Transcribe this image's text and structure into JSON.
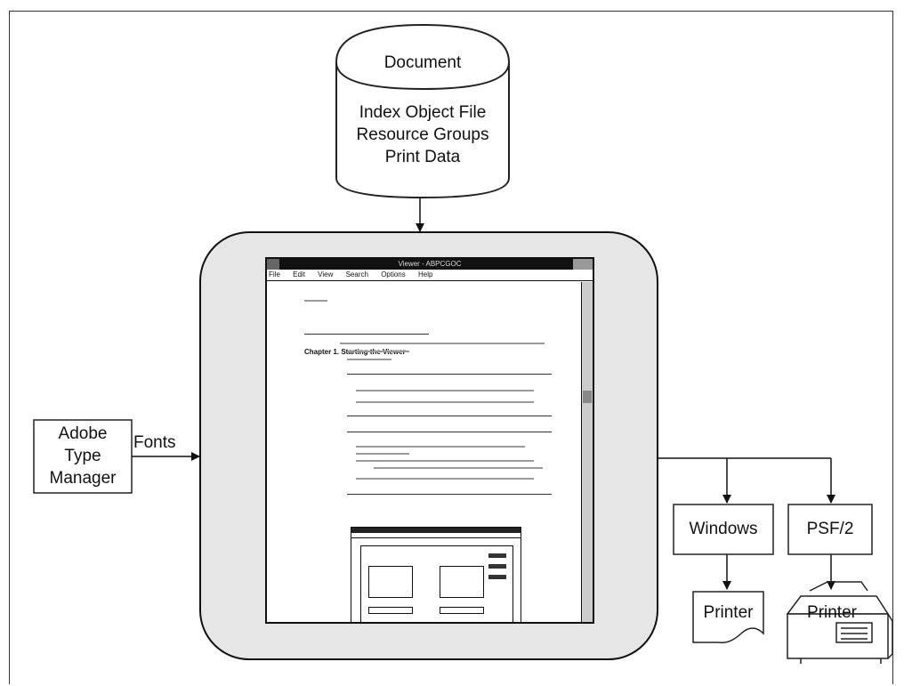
{
  "document": {
    "title": "Document",
    "lines": [
      "Index Object File",
      "Resource Groups",
      "Print Data"
    ]
  },
  "atm": {
    "lines": [
      "Adobe",
      "Type",
      "Manager"
    ],
    "arrow_label": "Fonts"
  },
  "viewer": {
    "title": "Viewer - ABPCGOC",
    "menu": [
      "File",
      "Edit",
      "View",
      "Search",
      "Options",
      "Help"
    ],
    "chapter_heading": "Chapter 1.  Starting the Viewer"
  },
  "outputs": [
    {
      "box_label": "Windows",
      "printer_label": "Printer",
      "printer_kind": "paper-output"
    },
    {
      "box_label": "PSF/2",
      "printer_label": "Printer",
      "printer_kind": "printer-device"
    }
  ]
}
